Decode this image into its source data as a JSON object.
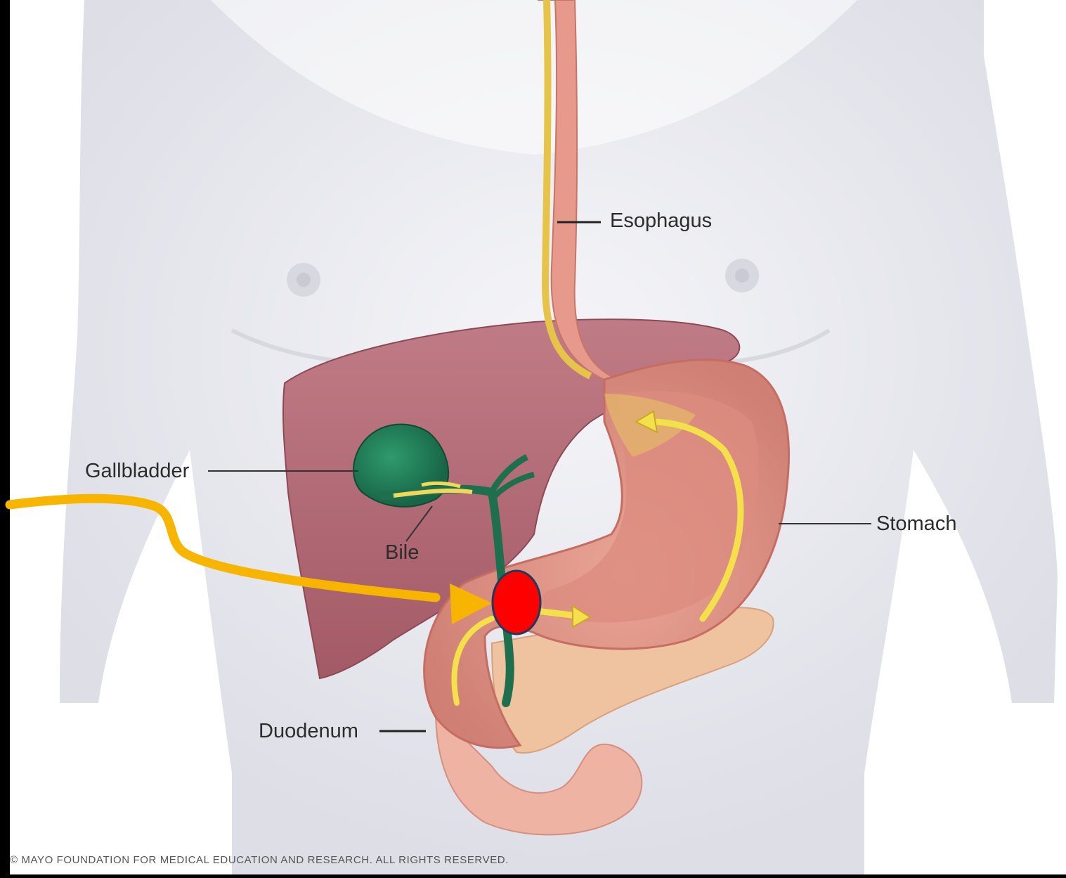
{
  "labels": {
    "esophagus": "Esophagus",
    "gallbladder": "Gallbladder",
    "bile": "Bile",
    "stomach": "Stomach",
    "duodenum": "Duodenum"
  },
  "copyright": "© MAYO FOUNDATION FOR MEDICAL EDUCATION AND RESEARCH. ALL RIGHTS RESERVED.",
  "colors": {
    "background": "#000000",
    "panel": "#ffffff",
    "torso": "#e6e7ee",
    "liver": "#b46a74",
    "gallbladder": "#1f7a55",
    "bile": "#e9d24a",
    "stomach_wall": "#e79a8c",
    "stomach_inner": "#d9857c",
    "pancreas": "#f0c7a5",
    "pointer_arrow": "#f7b500",
    "marker_fill": "#ff0000",
    "marker_stroke": "#1f3a5c"
  }
}
